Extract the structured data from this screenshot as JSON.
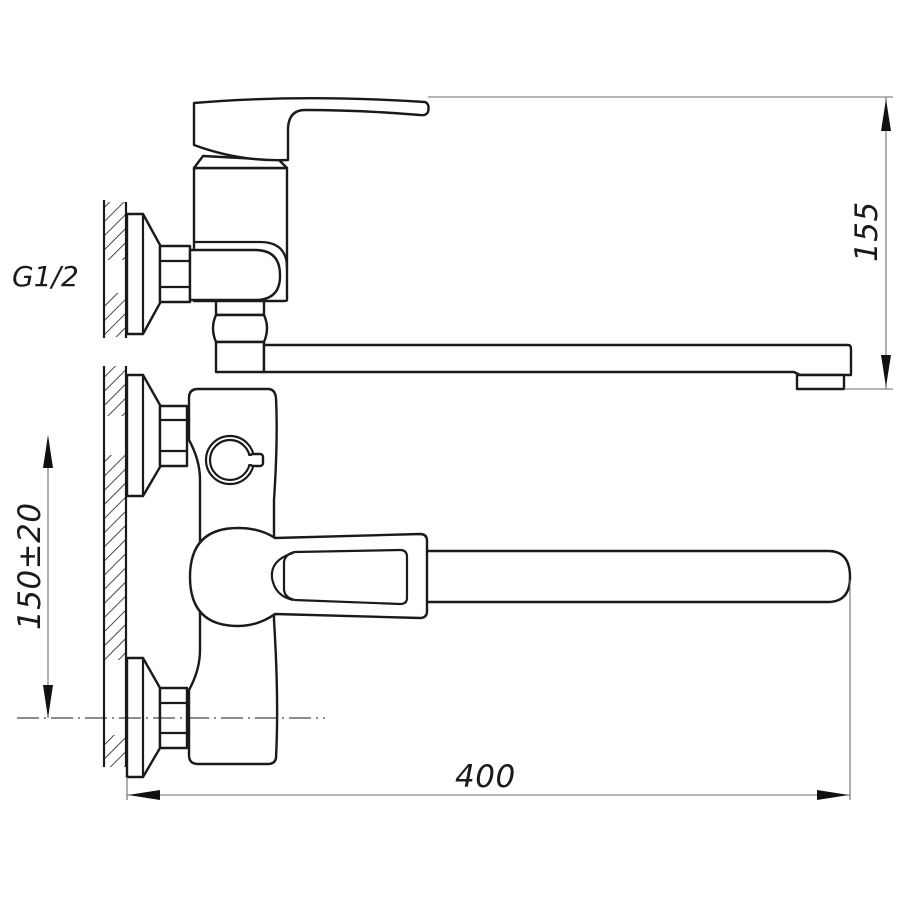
{
  "drawing": {
    "subject": "Wall-mounted single-lever bath mixer with long swivel spout",
    "colors": {
      "line": "#1a1a1a",
      "dimension_line": "#6e6e6e",
      "background": "#ffffff"
    }
  },
  "labels": {
    "thread": "G1/2"
  },
  "dimensions": {
    "height_total": "155",
    "inlet_spacing": "150±20",
    "spout_reach": "400"
  }
}
